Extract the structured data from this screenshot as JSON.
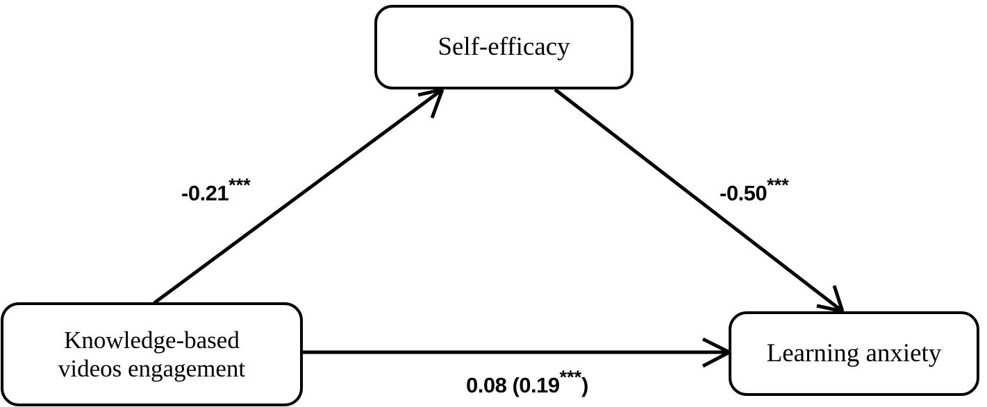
{
  "figure": {
    "type": "mediation-path-diagram",
    "background_color": "#ffffff",
    "line_color": "#000000",
    "text_color": "#000000"
  },
  "nodes": {
    "mediator": {
      "id": "self-efficacy",
      "label": "Self-efficacy"
    },
    "predictor": {
      "id": "knowledge-based-videos-engagement",
      "label_line1": "Knowledge-based",
      "label_line2": "videos engagement"
    },
    "outcome": {
      "id": "learning-anxiety",
      "label": "Learning anxiety"
    }
  },
  "edges": {
    "a_path": {
      "from": "knowledge-based-videos-engagement",
      "to": "self-efficacy",
      "coefficient": "-0.21",
      "significance": "***"
    },
    "b_path": {
      "from": "self-efficacy",
      "to": "learning-anxiety",
      "coefficient": "-0.50",
      "significance": "***"
    },
    "c_path": {
      "from": "knowledge-based-videos-engagement",
      "to": "learning-anxiety",
      "direct_effect": "0.08",
      "total_effect_open": " (",
      "total_effect": "0.19",
      "total_significance": "***",
      "total_effect_close": ")"
    }
  },
  "chart_data": {
    "type": "diagram",
    "title": "",
    "nodes": [
      {
        "name": "Self-efficacy",
        "position": "top-center"
      },
      {
        "name": "Knowledge-based videos engagement",
        "position": "bottom-left"
      },
      {
        "name": "Learning anxiety",
        "position": "bottom-right"
      }
    ],
    "edges": [
      {
        "source": "Knowledge-based videos engagement",
        "target": "Self-efficacy",
        "value": -0.21,
        "label": "-0.21***",
        "significance": "p<0.001"
      },
      {
        "source": "Self-efficacy",
        "target": "Learning anxiety",
        "value": -0.5,
        "label": "-0.50***",
        "significance": "p<0.001"
      },
      {
        "source": "Knowledge-based videos engagement",
        "target": "Learning anxiety",
        "value": 0.08,
        "label": "0.08 (0.19***)",
        "significance": "direct effect ns; total effect p<0.001"
      }
    ]
  }
}
